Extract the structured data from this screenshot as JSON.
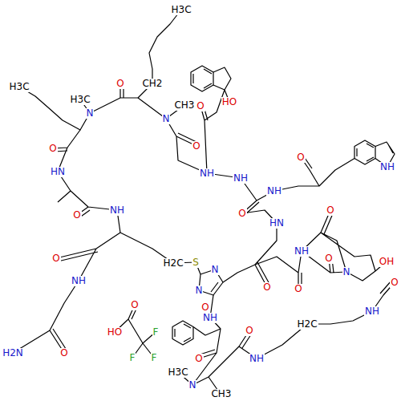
{
  "diagram": {
    "labels": [
      "H3C",
      "CH2",
      "O",
      "H3C",
      "H3C",
      "CH3",
      "N",
      "N",
      "HO",
      "O",
      "O",
      "O",
      "NH",
      "NH",
      "O",
      "NH",
      "HN",
      "NH",
      "O",
      "NH",
      "O",
      "HN",
      "O",
      "OH",
      "O",
      "S",
      "H2C",
      "NH",
      "N",
      "NH",
      "O",
      "N",
      "O",
      "O",
      "O",
      "N",
      "O",
      "NH",
      "O",
      "HO",
      "F",
      "F",
      "F",
      "H2C",
      "O",
      "NH",
      "H2N",
      "O",
      "O",
      "NH",
      "H3C",
      "N",
      "CH3"
    ]
  }
}
